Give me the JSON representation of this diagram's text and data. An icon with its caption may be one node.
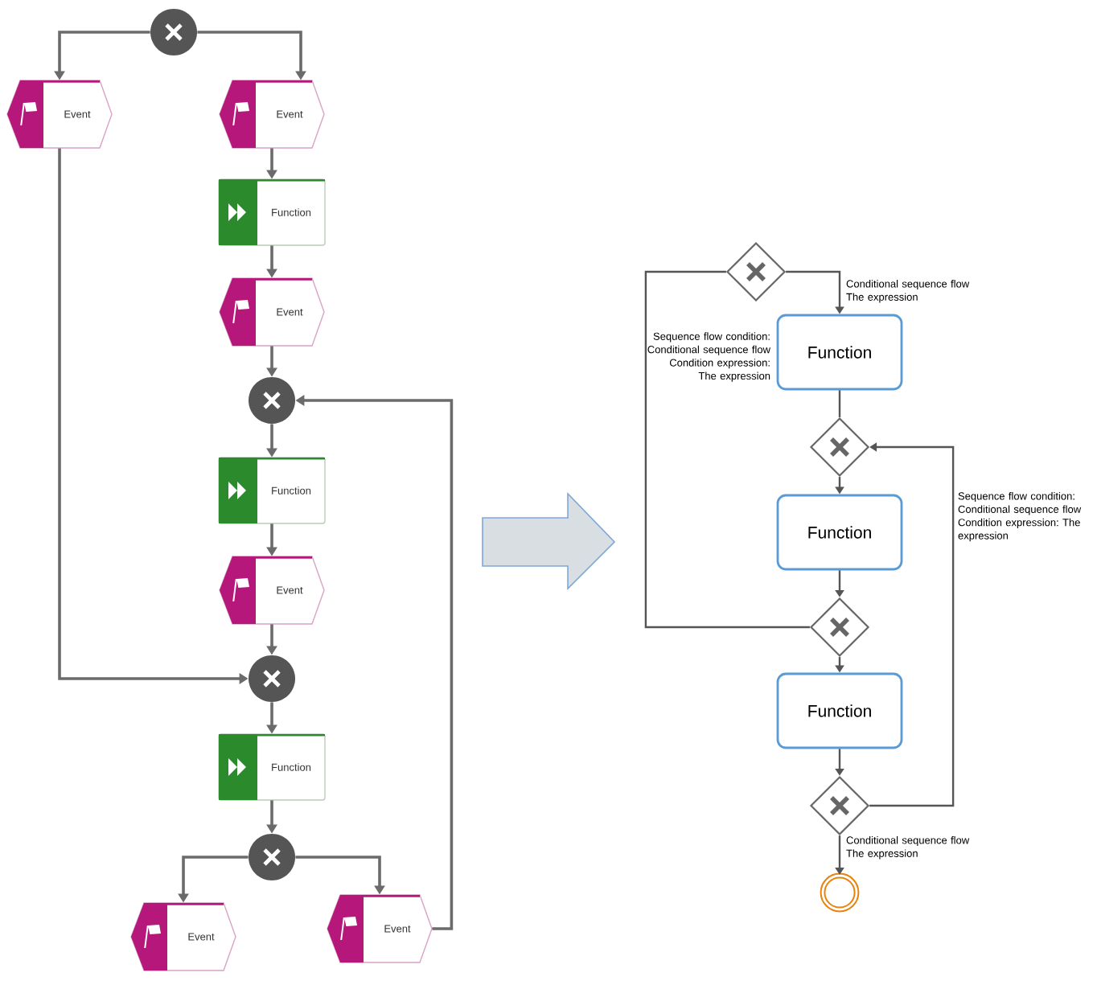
{
  "diagram": {
    "nodes": [
      {
        "text": [],
        "shape": "circle"
      },
      {
        "text": [
          "Event"
        ]
      },
      {
        "text": [
          "Event"
        ]
      },
      {
        "text": [
          "Function"
        ]
      },
      {
        "text": [
          "Event"
        ]
      },
      {
        "text": [],
        "shape": "circle"
      },
      {
        "text": [
          "Function"
        ]
      },
      {
        "text": [
          "Event"
        ]
      },
      {
        "text": [],
        "shape": "circle"
      },
      {
        "text": [
          "Function"
        ]
      },
      {
        "text": [],
        "shape": "circle"
      },
      {
        "text": [
          "Event"
        ]
      },
      {
        "text": [
          "Event"
        ]
      },
      {
        "text": [],
        "shape": "diamond"
      },
      {
        "text": [
          "Function"
        ]
      },
      {
        "text": [],
        "shape": "diamond"
      },
      {
        "text": [
          "Function"
        ]
      },
      {
        "text": [],
        "shape": "diamond"
      },
      {
        "text": [
          "Function"
        ]
      },
      {
        "text": [],
        "shape": "diamond"
      },
      {
        "text": [],
        "shape": "circle"
      }
    ],
    "edges": [
      {
        "from": 0,
        "to": 1,
        "arrow": "to"
      },
      {
        "from": 0,
        "to": 2,
        "arrow": "to"
      },
      {
        "from": 2,
        "to": 3,
        "arrow": "to"
      },
      {
        "from": 3,
        "to": 4,
        "arrow": "to"
      },
      {
        "from": 4,
        "to": 5,
        "arrow": "to"
      },
      {
        "from": 5,
        "to": 6,
        "arrow": "to"
      },
      {
        "from": 6,
        "to": 7,
        "arrow": "to"
      },
      {
        "from": 7,
        "to": 8,
        "arrow": "to"
      },
      {
        "from": 1,
        "to": 8,
        "arrow": "to"
      },
      {
        "from": 8,
        "to": 9,
        "arrow": "to"
      },
      {
        "from": 9,
        "to": 10,
        "arrow": "to"
      },
      {
        "from": 10,
        "to": 11,
        "arrow": "to"
      },
      {
        "from": 10,
        "to": 12,
        "arrow": "to"
      },
      {
        "from": 12,
        "to": 5,
        "arrow": "to"
      },
      {
        "from": 13,
        "to": 14,
        "arrow": "to",
        "label": "Conditional sequence flow The expression"
      },
      {
        "from": 14,
        "to": 15,
        "arrow": "none"
      },
      {
        "from": 15,
        "to": 16,
        "arrow": "to"
      },
      {
        "from": 16,
        "to": 17,
        "arrow": "to"
      },
      {
        "from": 17,
        "to": 18,
        "arrow": "to"
      },
      {
        "from": 18,
        "to": 19,
        "arrow": "to"
      },
      {
        "from": 19,
        "to": 20,
        "arrow": "to",
        "label": "Conditional sequence flow The expression"
      },
      {
        "from": 17,
        "to": 13,
        "arrow": "none",
        "label": "Sequence flow condition: Conditional sequence flow Condition expression: The expression"
      },
      {
        "from": 19,
        "to": 15,
        "arrow": "to",
        "label": "Sequence flow condition: Conditional sequence flow Condition expression: The expression"
      }
    ]
  }
}
